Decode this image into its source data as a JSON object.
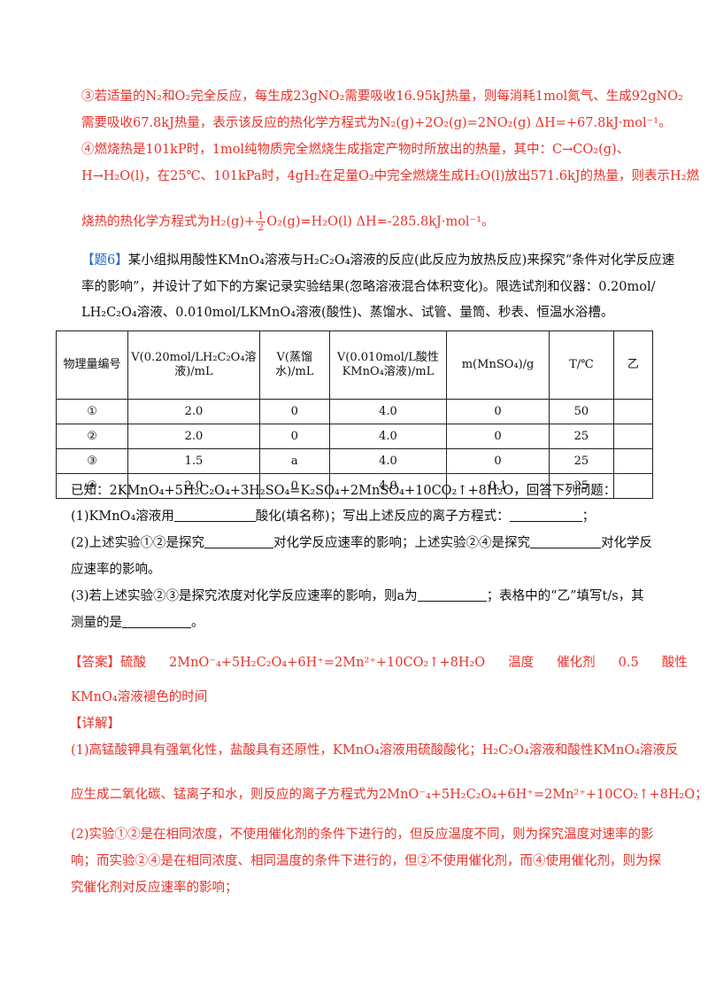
{
  "p3_line1": "③若适量的N₂和O₂完全反应，每生成23gNO₂需要吸收16.95kJ热量，则每消耗1mol氮气、生成92gNO₂",
  "p3_line2": "需要吸收67.8kJ热量，表示该反应的热化学方程式为N₂(g)+2O₂(g)=2NO₂(g) ΔH=+67.8kJ·mol⁻¹。",
  "p4_line1": "④燃烧热是101kP时，1mol纯物质完全燃烧生成指定产物时所放出的热量，其中：C→CO₂(g)、",
  "p4_line2": "H→H₂O(l)，在25℃、101kPa时，4gH₂在足量O₂中完全燃烧生成H₂O(l)放出571.6kJ的热量，则表示H₂燃",
  "p4_line3_pre": "烧热的热化学方程式为H₂(g)+",
  "p4_frac_num": "1",
  "p4_frac_den": "2",
  "p4_line3_post": "O₂(g)=H₂O(l) ΔH=-285.8kJ·mol⁻¹。",
  "q6_tag": "【题6】",
  "q6_line1": "某小组拟用酸性KMnO₄溶液与H₂C₂O₄溶液的反应(此反应为放热反应)来探究“条件对化学反应速",
  "q6_line2": "率的影响”，并设计了如下的方案记录实验结果(忽略溶液混合体积变化)。限选试剂和仪器：0.20mol/",
  "q6_line3": "LH₂C₂O₄溶液、0.010mol/LKMnO₄溶液(酸性)、蒸馏水、试管、量筒、秒表、恒温水浴槽。",
  "table": {
    "headers": [
      "物理量编号",
      "V(0.20mol/LH₂C₂O₄溶液)/mL",
      "V(蒸馏水)/mL",
      "V(0.010mol/L酸性KMnO₄溶液)/mL",
      "m(MnSO₄)/g",
      "T/℃",
      "乙"
    ],
    "rows": [
      [
        "①",
        "2.0",
        "0",
        "4.0",
        "0",
        "50",
        ""
      ],
      [
        "②",
        "2.0",
        "0",
        "4.0",
        "0",
        "25",
        ""
      ],
      [
        "③",
        "1.5",
        "a",
        "4.0",
        "0",
        "25",
        ""
      ],
      [
        "④",
        "2.0",
        "0",
        "4.0",
        "0.1",
        "25",
        ""
      ]
    ]
  },
  "known": "已知：2KMnO₄+5H₂C₂O₄+3H₂SO₄=K₂SO₄+2MnSO₄+10CO₂↑+8H₂O，回答下列问题：",
  "q1_a": "(1)KMnO₄溶液用",
  "q1_b": "酸化(填名称)；写出上述反应的离子方程式：",
  "q1_c": "；",
  "q2_a": "(2)上述实验①②是探究",
  "q2_b": "对化学反应速率的影响；上述实验②④是探究",
  "q2_c": "对化学反",
  "q2_line2": "应速率的影响。",
  "q3_a": "(3)若上述实验②③是探究浓度对化学反应速率的影响，则a为",
  "q3_b": "；表格中的“乙”填写t/s，其",
  "q3_c": "测量的是",
  "q3_d": "。",
  "ans_tag": "【答案】",
  "ans_items": [
    "硫酸",
    "2MnO⁻₄+5H₂C₂O₄+6H⁺=2Mn²⁺+10CO₂↑+8H₂O",
    "温度",
    "催化剂",
    "0.5",
    "酸性"
  ],
  "ans_line2": "KMnO₄溶液褪色的时间",
  "detail_tag": "【详解】",
  "d1_line1": "(1)高锰酸钾具有强氧化性，盐酸具有还原性，KMnO₄溶液用硫酸酸化；H₂C₂O₄溶液和酸性KMnO₄溶液反",
  "d1_line2": "应生成二氧化碳、锰离子和水，则反应的离子方程式为2MnO⁻₄+5H₂C₂O₄+6H⁺=2Mn²⁺+10CO₂↑+8H₂O；",
  "d2_line1": "(2)实验①②是在相同浓度，不使用催化剂的条件下进行的，但反应温度不同，则为探究温度对速率的影",
  "d2_line2": "响；而实验②④是在相同浓度、相同温度的条件下进行的，但②不使用催化剂，而④使用催化剂，则为探",
  "d2_line3": "究催化剂对反应速率的影响；"
}
